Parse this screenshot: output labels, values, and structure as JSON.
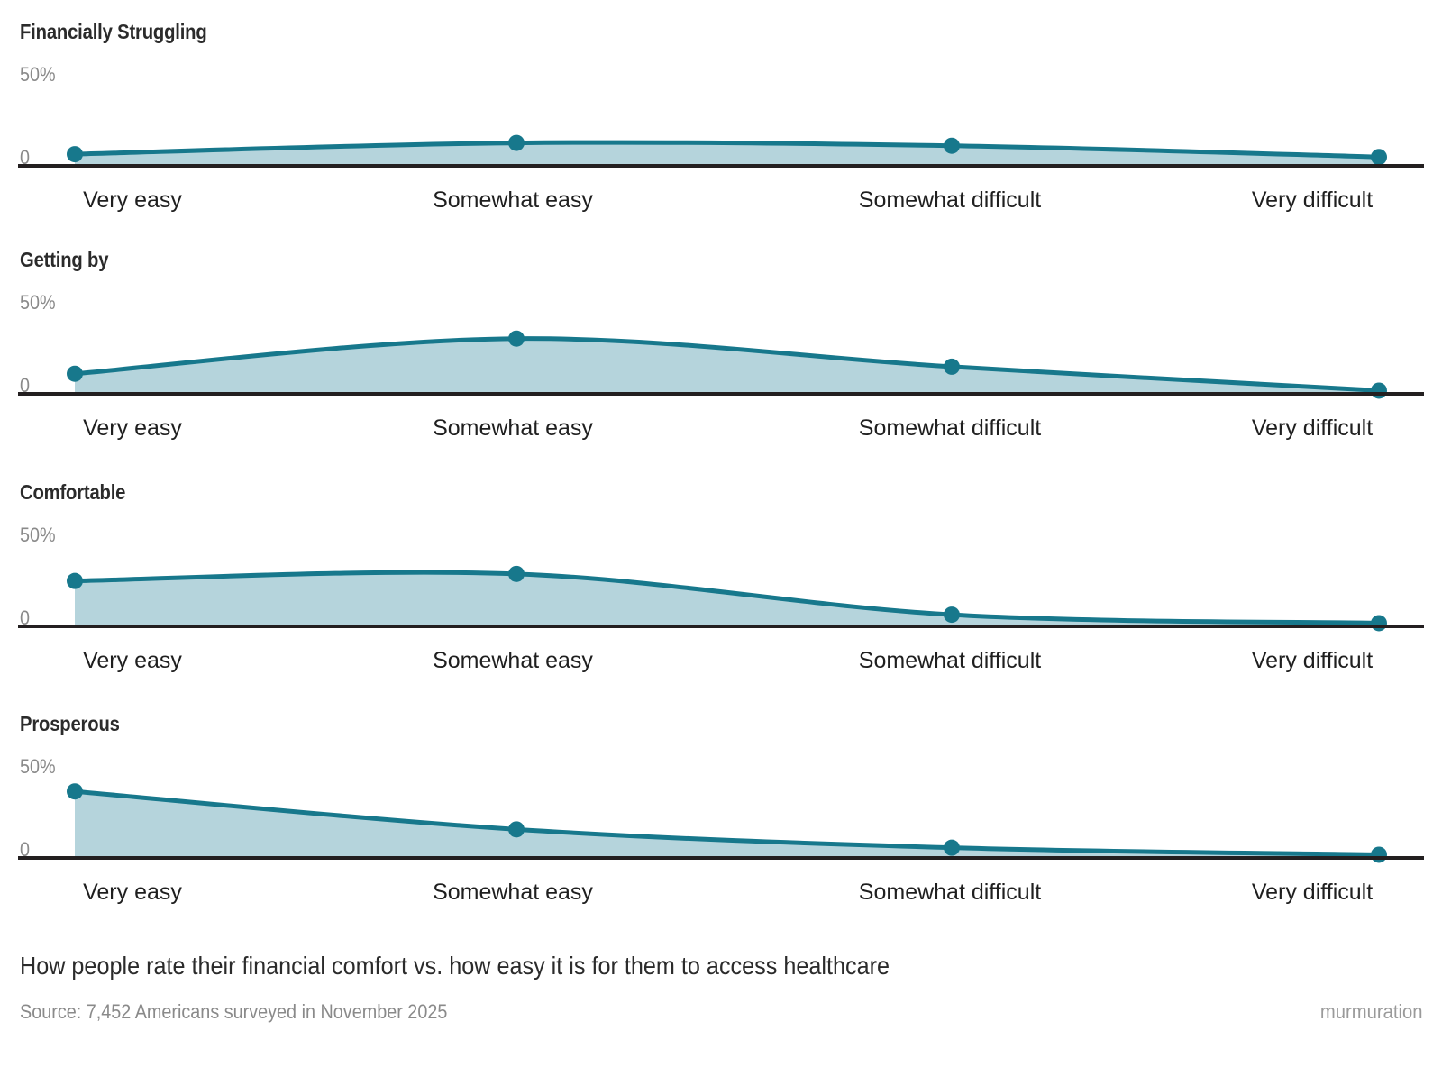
{
  "chart_data": {
    "type": "area",
    "title": "How people rate their financial comfort vs. how easy it is for them to access healthcare",
    "source": "Source: 7,452 Americans surveyed in November 2025",
    "brand": "murmuration",
    "categories": [
      "Very easy",
      "Somewhat easy",
      "Somewhat difficult",
      "Very difficult"
    ],
    "xlabel": "",
    "ylabel": "",
    "ylim": [
      0,
      50
    ],
    "y_ticks": [
      "0",
      "50%"
    ],
    "grid": false,
    "legend": "none",
    "line_color": "#17788c",
    "fill_color": "#b5d4dc",
    "axis_color": "#231f20",
    "panels": [
      {
        "label": "Financially Struggling",
        "values": [
          7,
          15,
          13,
          5
        ],
        "y_top_label": "50%",
        "y_zero_label": "0"
      },
      {
        "label": "Getting by",
        "values": [
          13,
          38,
          18,
          1
        ],
        "y_top_label": "50%",
        "y_zero_label": "0"
      },
      {
        "label": "Comfortable",
        "values": [
          31,
          36,
          7,
          1
        ],
        "y_top_label": "50%",
        "y_zero_label": "0"
      },
      {
        "label": "Prosperous",
        "values": [
          46,
          19,
          6,
          1
        ],
        "y_top_label": "50%",
        "y_zero_label": "0"
      }
    ]
  }
}
